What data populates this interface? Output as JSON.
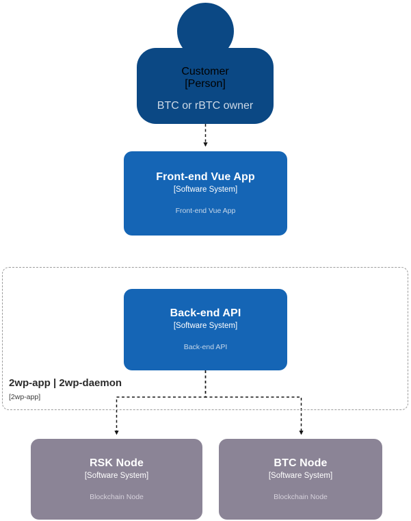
{
  "diagram": {
    "type": "C4 System Context / Container diagram",
    "background_color": "#ffffff",
    "colors": {
      "person": "#0b4884",
      "software_system": "#1565b5",
      "external_node": "#8b8496",
      "boundary_border": "#9a9a9a",
      "connector": "#1a1a1a",
      "title_text": "#ffffff",
      "description_text": "#c7d8ea"
    }
  },
  "nodes": {
    "customer": {
      "title": "Customer",
      "type_label": "[Person]",
      "description": "BTC or rBTC owner",
      "shape": "person",
      "color": "#0b4884"
    },
    "frontend": {
      "title": "Front-end Vue App",
      "type_label": "[Software System]",
      "description": "Front-end Vue App",
      "shape": "rounded-rect",
      "color": "#1565b5"
    },
    "backend": {
      "title": "Back-end API",
      "type_label": "[Software System]",
      "description": "Back-end API",
      "shape": "rounded-rect",
      "color": "#1565b5"
    },
    "rsk_node": {
      "title": "RSK Node",
      "type_label": "[Software System]",
      "description": "Blockchain Node",
      "shape": "rounded-rect",
      "color": "#8b8496"
    },
    "btc_node": {
      "title": "BTC Node",
      "type_label": "[Software System]",
      "description": "Blockchain Node",
      "shape": "rounded-rect",
      "color": "#8b8496"
    }
  },
  "boundary": {
    "title": "2wp-app | 2wp-daemon",
    "type_label": "[2wp-app]",
    "style": "dashed"
  },
  "connections": [
    {
      "from": "customer",
      "to": "frontend",
      "style": "dashed",
      "arrowhead": "solid-triangle",
      "label": ""
    },
    {
      "from": "backend",
      "to": "rsk_node",
      "style": "dashed",
      "arrowhead": "solid-triangle",
      "label": ""
    },
    {
      "from": "backend",
      "to": "btc_node",
      "style": "dashed",
      "arrowhead": "solid-triangle",
      "label": ""
    }
  ]
}
